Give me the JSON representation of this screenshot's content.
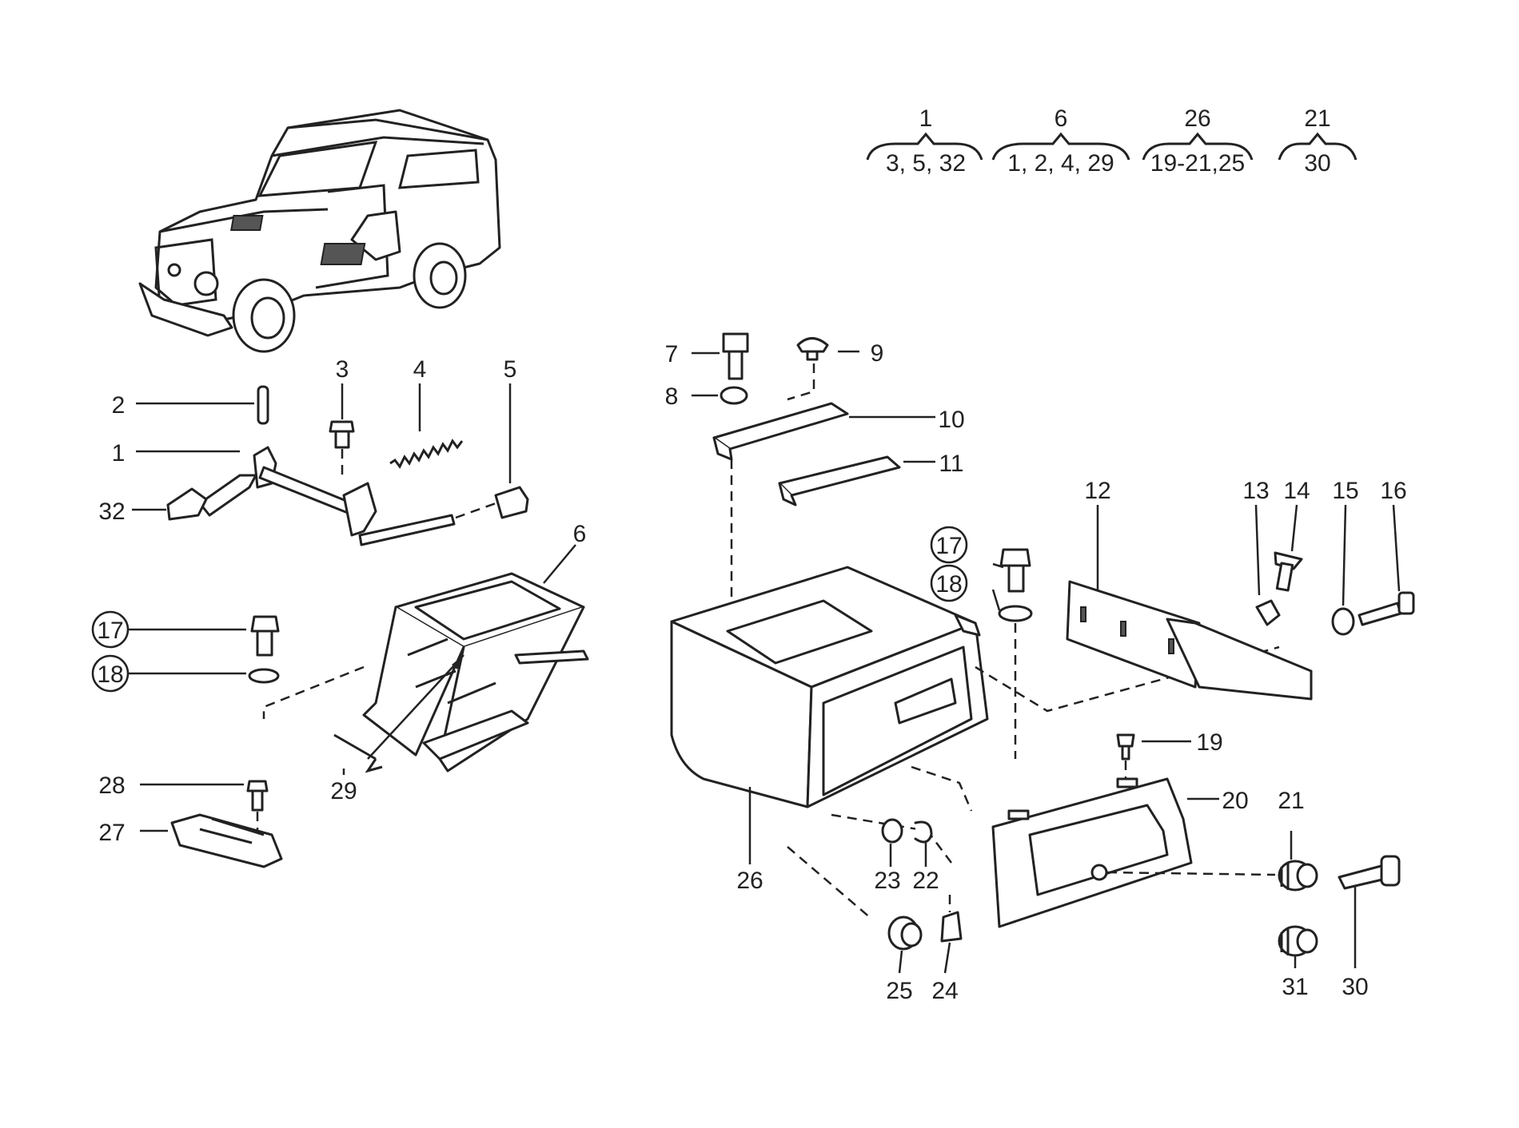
{
  "groups": [
    {
      "top": "1",
      "bottom": "3, 5, 32"
    },
    {
      "top": "6",
      "bottom": "1, 2, 4, 29"
    },
    {
      "top": "26",
      "bottom": "19-21,25"
    },
    {
      "top": "21",
      "bottom": "30"
    }
  ],
  "labels": {
    "p1": "1",
    "p2": "2",
    "p3": "3",
    "p4": "4",
    "p5": "5",
    "p6": "6",
    "p7": "7",
    "p8": "8",
    "p9": "9",
    "p10": "10",
    "p11": "11",
    "p12": "12",
    "p13": "13",
    "p14": "14",
    "p15": "15",
    "p16": "16",
    "p17a": "17",
    "p18a": "18",
    "p17b": "17",
    "p18b": "18",
    "p19": "19",
    "p20": "20",
    "p21": "21",
    "p22": "22",
    "p23": "23",
    "p24": "24",
    "p25": "25",
    "p26": "26",
    "p27": "27",
    "p28": "28",
    "p29": "29",
    "p30": "30",
    "p31": "31",
    "p32": "32"
  }
}
